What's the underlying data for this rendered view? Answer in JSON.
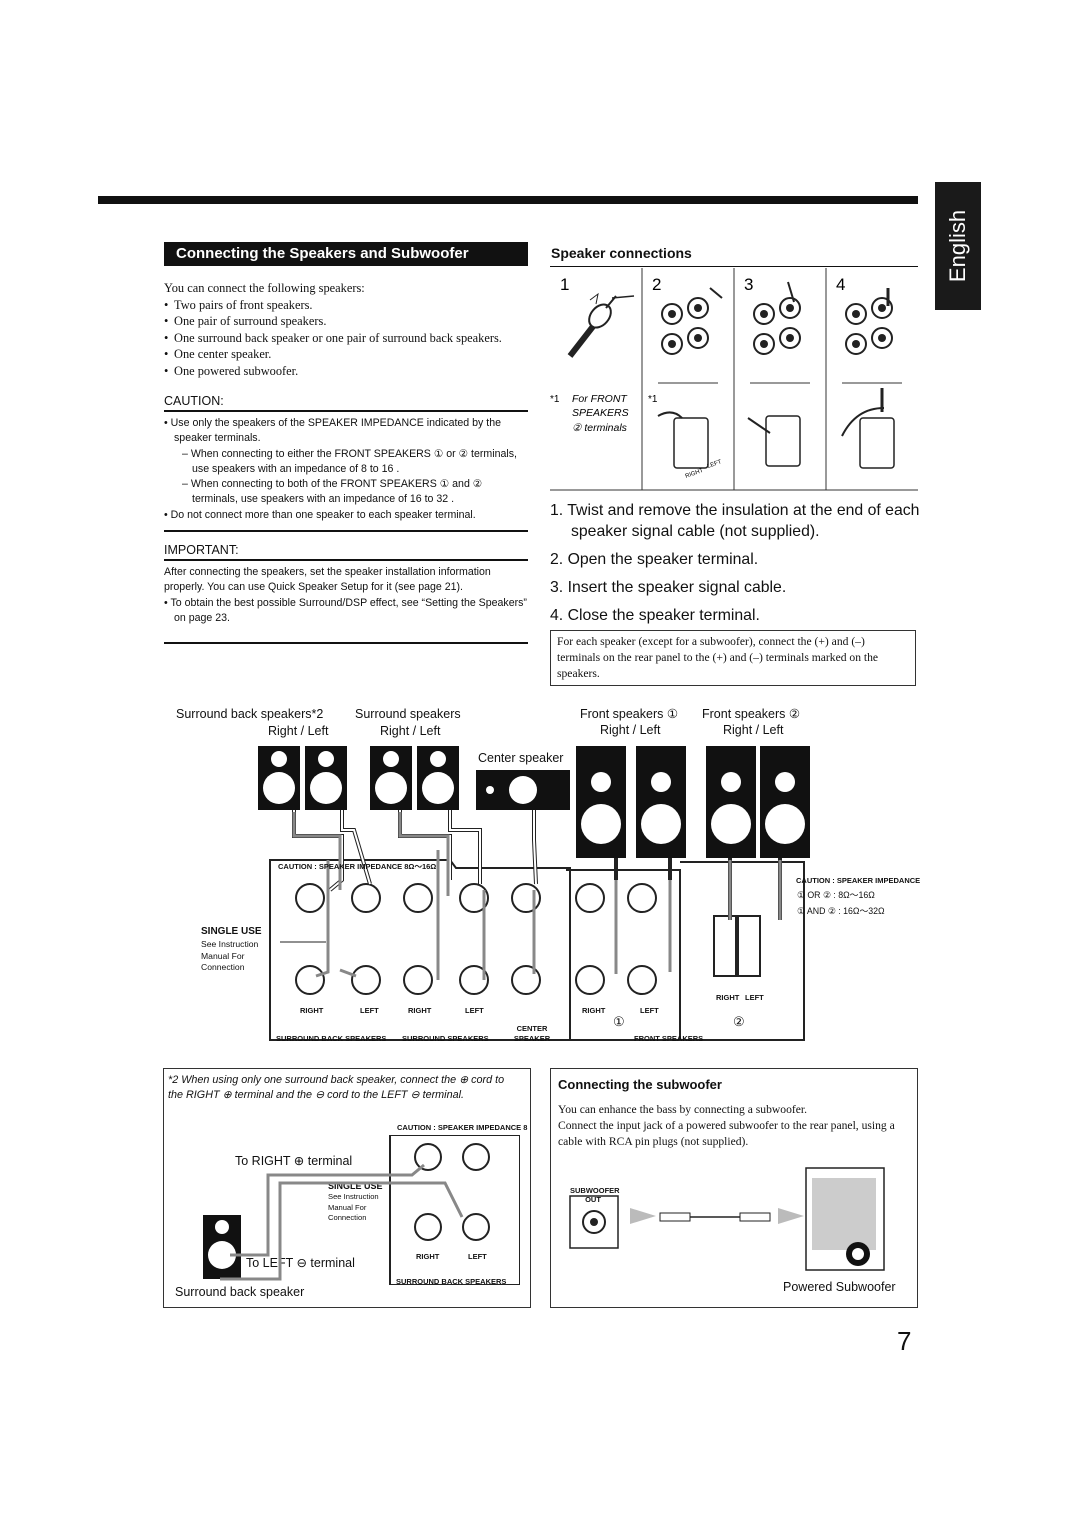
{
  "language_tab": "English",
  "section_title": "Connecting the Speakers and Subwoofer",
  "intro": {
    "lead": "You can connect the following speakers:",
    "items": [
      "Two pairs of front speakers.",
      "One pair of surround speakers.",
      "One surround back speaker or one pair of surround back speakers.",
      "One center speaker.",
      "One powered subwoofer."
    ]
  },
  "caution": {
    "heading": "CAUTION:",
    "bullet1": "Use only the speakers of the SPEAKER IMPEDANCE indicated by the speaker terminals.",
    "dash1": "– When connecting to either the FRONT SPEAKERS ① or ② terminals, use speakers with an impedance of 8 to 16 .",
    "dash2": "– When connecting to both of the FRONT SPEAKERS ① and ② terminals, use speakers with an impedance of 16 to 32 .",
    "bullet2": "Do not connect more than one speaker to each speaker terminal."
  },
  "important": {
    "heading": "IMPORTANT:",
    "text": "After connecting the speakers, set the speaker installation information properly. You can use Quick Speaker Setup for it (see page 21).",
    "bullet": "To obtain the best possible Surround/DSP effect, see “Setting the Speakers” on page 23."
  },
  "speaker_connections": {
    "heading": "Speaker connections",
    "step_numbers": [
      "1",
      "2",
      "3",
      "4"
    ],
    "footnote_mark": "*1",
    "footnote_line1": "For FRONT",
    "footnote_line2": "SPEAKERS",
    "footnote_line3": "② terminals",
    "terminal_right": "RIGHT",
    "terminal_left": "LEFT",
    "steps": [
      "1. Twist and remove the insulation at the end of each speaker signal cable (not supplied).",
      "2. Open the speaker terminal.",
      "3. Insert the speaker signal cable.",
      "4. Close the speaker terminal."
    ],
    "note": "For each speaker (except for a subwoofer), connect the (+) and (–) terminals on the rear panel to the (+) and (–) terminals marked on the speakers."
  },
  "diagram": {
    "surround_back_label": "Surround back speakers*2",
    "surround_label": "Surround speakers",
    "right_left": "Right / Left",
    "center_label": "Center speaker",
    "front1_label": "Front speakers ①",
    "front2_label": "Front speakers ②",
    "caution_impedance_left": "CAUTION : SPEAKER IMPEDANCE 8Ω～16Ω",
    "caution_impedance_right": "CAUTION : SPEAKER IMPEDANCE",
    "impedance_line1": "① OR ② : 8Ω～16Ω",
    "impedance_line2": "① AND ② : 16Ω～32Ω",
    "single_use": "SINGLE USE",
    "single_use_note": "See Instruction Manual For Connection",
    "right": "RIGHT",
    "left": "LEFT",
    "surround_back_speakers": "SURROUND BACK SPEAKERS",
    "surround_speakers": "SURROUND SPEAKERS",
    "center_speaker": "CENTER SPEAKER",
    "front_speakers": "FRONT SPEAKERS",
    "circ1": "①",
    "circ2": "②"
  },
  "footnote2": {
    "text": "*2 When using only one surround back speaker, connect the ⊕ cord to the RIGHT ⊕ terminal and the ⊖ cord to the LEFT ⊖ terminal.",
    "caution_impedance": "CAUTION : SPEAKER IMPEDANCE 8",
    "to_right": "To RIGHT ⊕ terminal",
    "to_left": "To LEFT ⊖ terminal",
    "single_use": "SINGLE USE",
    "single_use_note": "See Instruction Manual For Connection",
    "right": "RIGHT",
    "left": "LEFT",
    "panel_label": "SURROUND BACK SPEAKERS",
    "caption": "Surround back speaker"
  },
  "subwoofer": {
    "heading": "Connecting the subwoofer",
    "text1": "You can enhance the bass by connecting a subwoofer.",
    "text2": "Connect the input jack of a powered subwoofer to the rear panel, using a cable with RCA pin plugs (not supplied).",
    "jack_label": "SUBWOOFER OUT",
    "caption": "Powered Subwoofer"
  },
  "page_number": "7"
}
